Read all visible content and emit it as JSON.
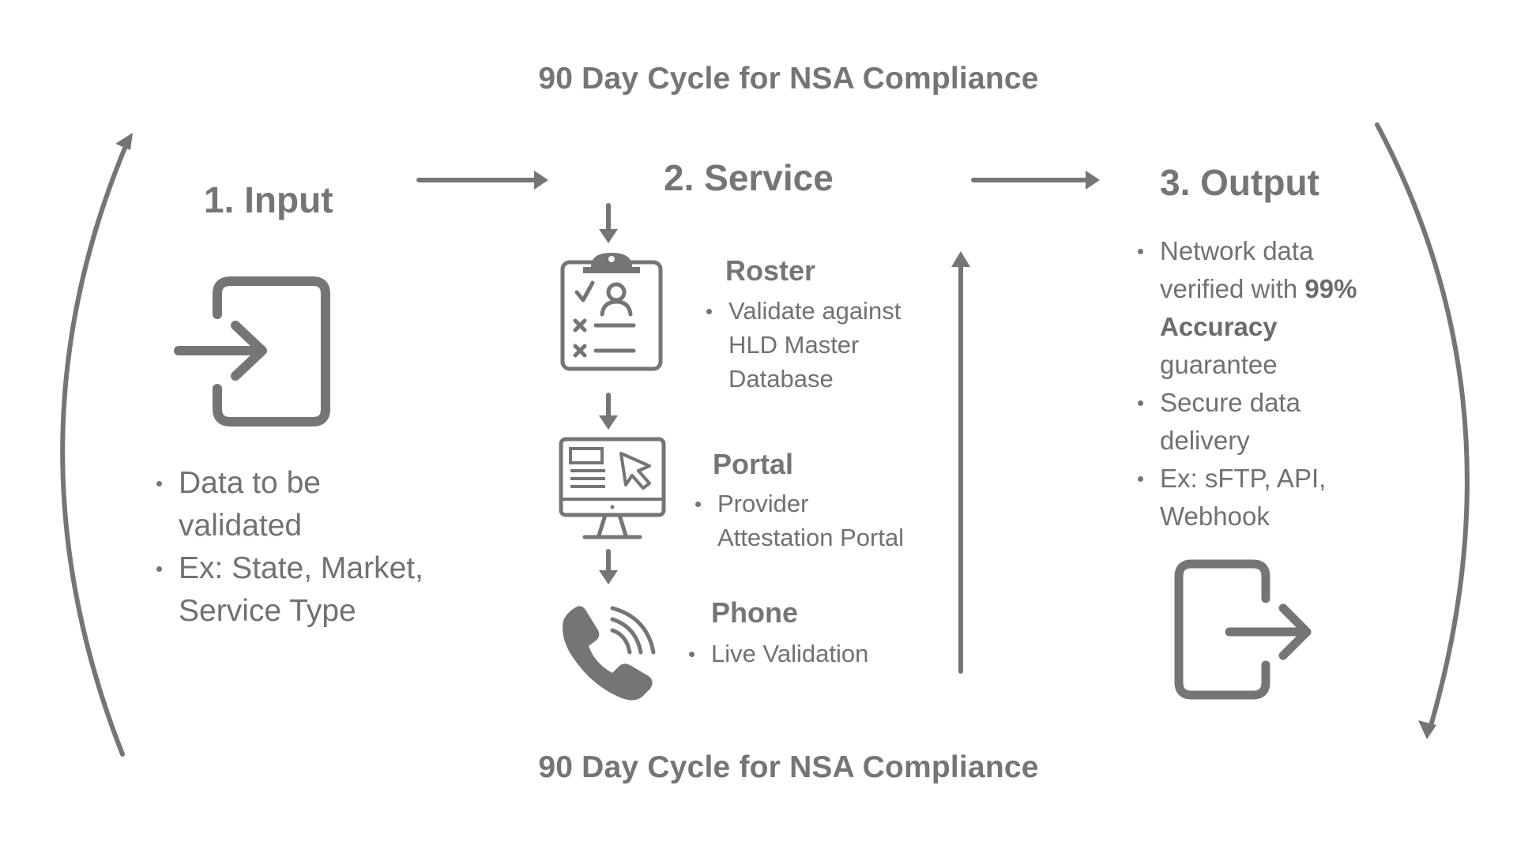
{
  "title_top": "90 Day Cycle for NSA Compliance",
  "title_bottom": "90 Day Cycle for NSA Compliance",
  "input": {
    "heading": "1. Input",
    "icon": "sign-in-icon",
    "bullets": [
      "Data to be validated",
      "Ex: State, Market, Service Type"
    ]
  },
  "service": {
    "heading": "2. Service",
    "steps": [
      {
        "name": "Roster",
        "icon": "clipboard-checklist-icon",
        "bullets": [
          "Validate against HLD Master Database"
        ]
      },
      {
        "name": "Portal",
        "icon": "monitor-cursor-icon",
        "bullets": [
          "Provider Attestation Portal"
        ]
      },
      {
        "name": "Phone",
        "icon": "phone-call-icon",
        "bullets": [
          "Live Validation"
        ]
      }
    ]
  },
  "output": {
    "heading": "3. Output",
    "icon": "sign-out-icon",
    "bullet1_prefix": "Network data verified with",
    "bullet1_strong": "99% Accuracy",
    "bullet1_suffix": "guarantee",
    "bullet2": "Secure data delivery",
    "bullet3": "Ex: sFTP, API, Webhook"
  },
  "colors": {
    "primary": "#747576",
    "background": "#ffffff"
  }
}
